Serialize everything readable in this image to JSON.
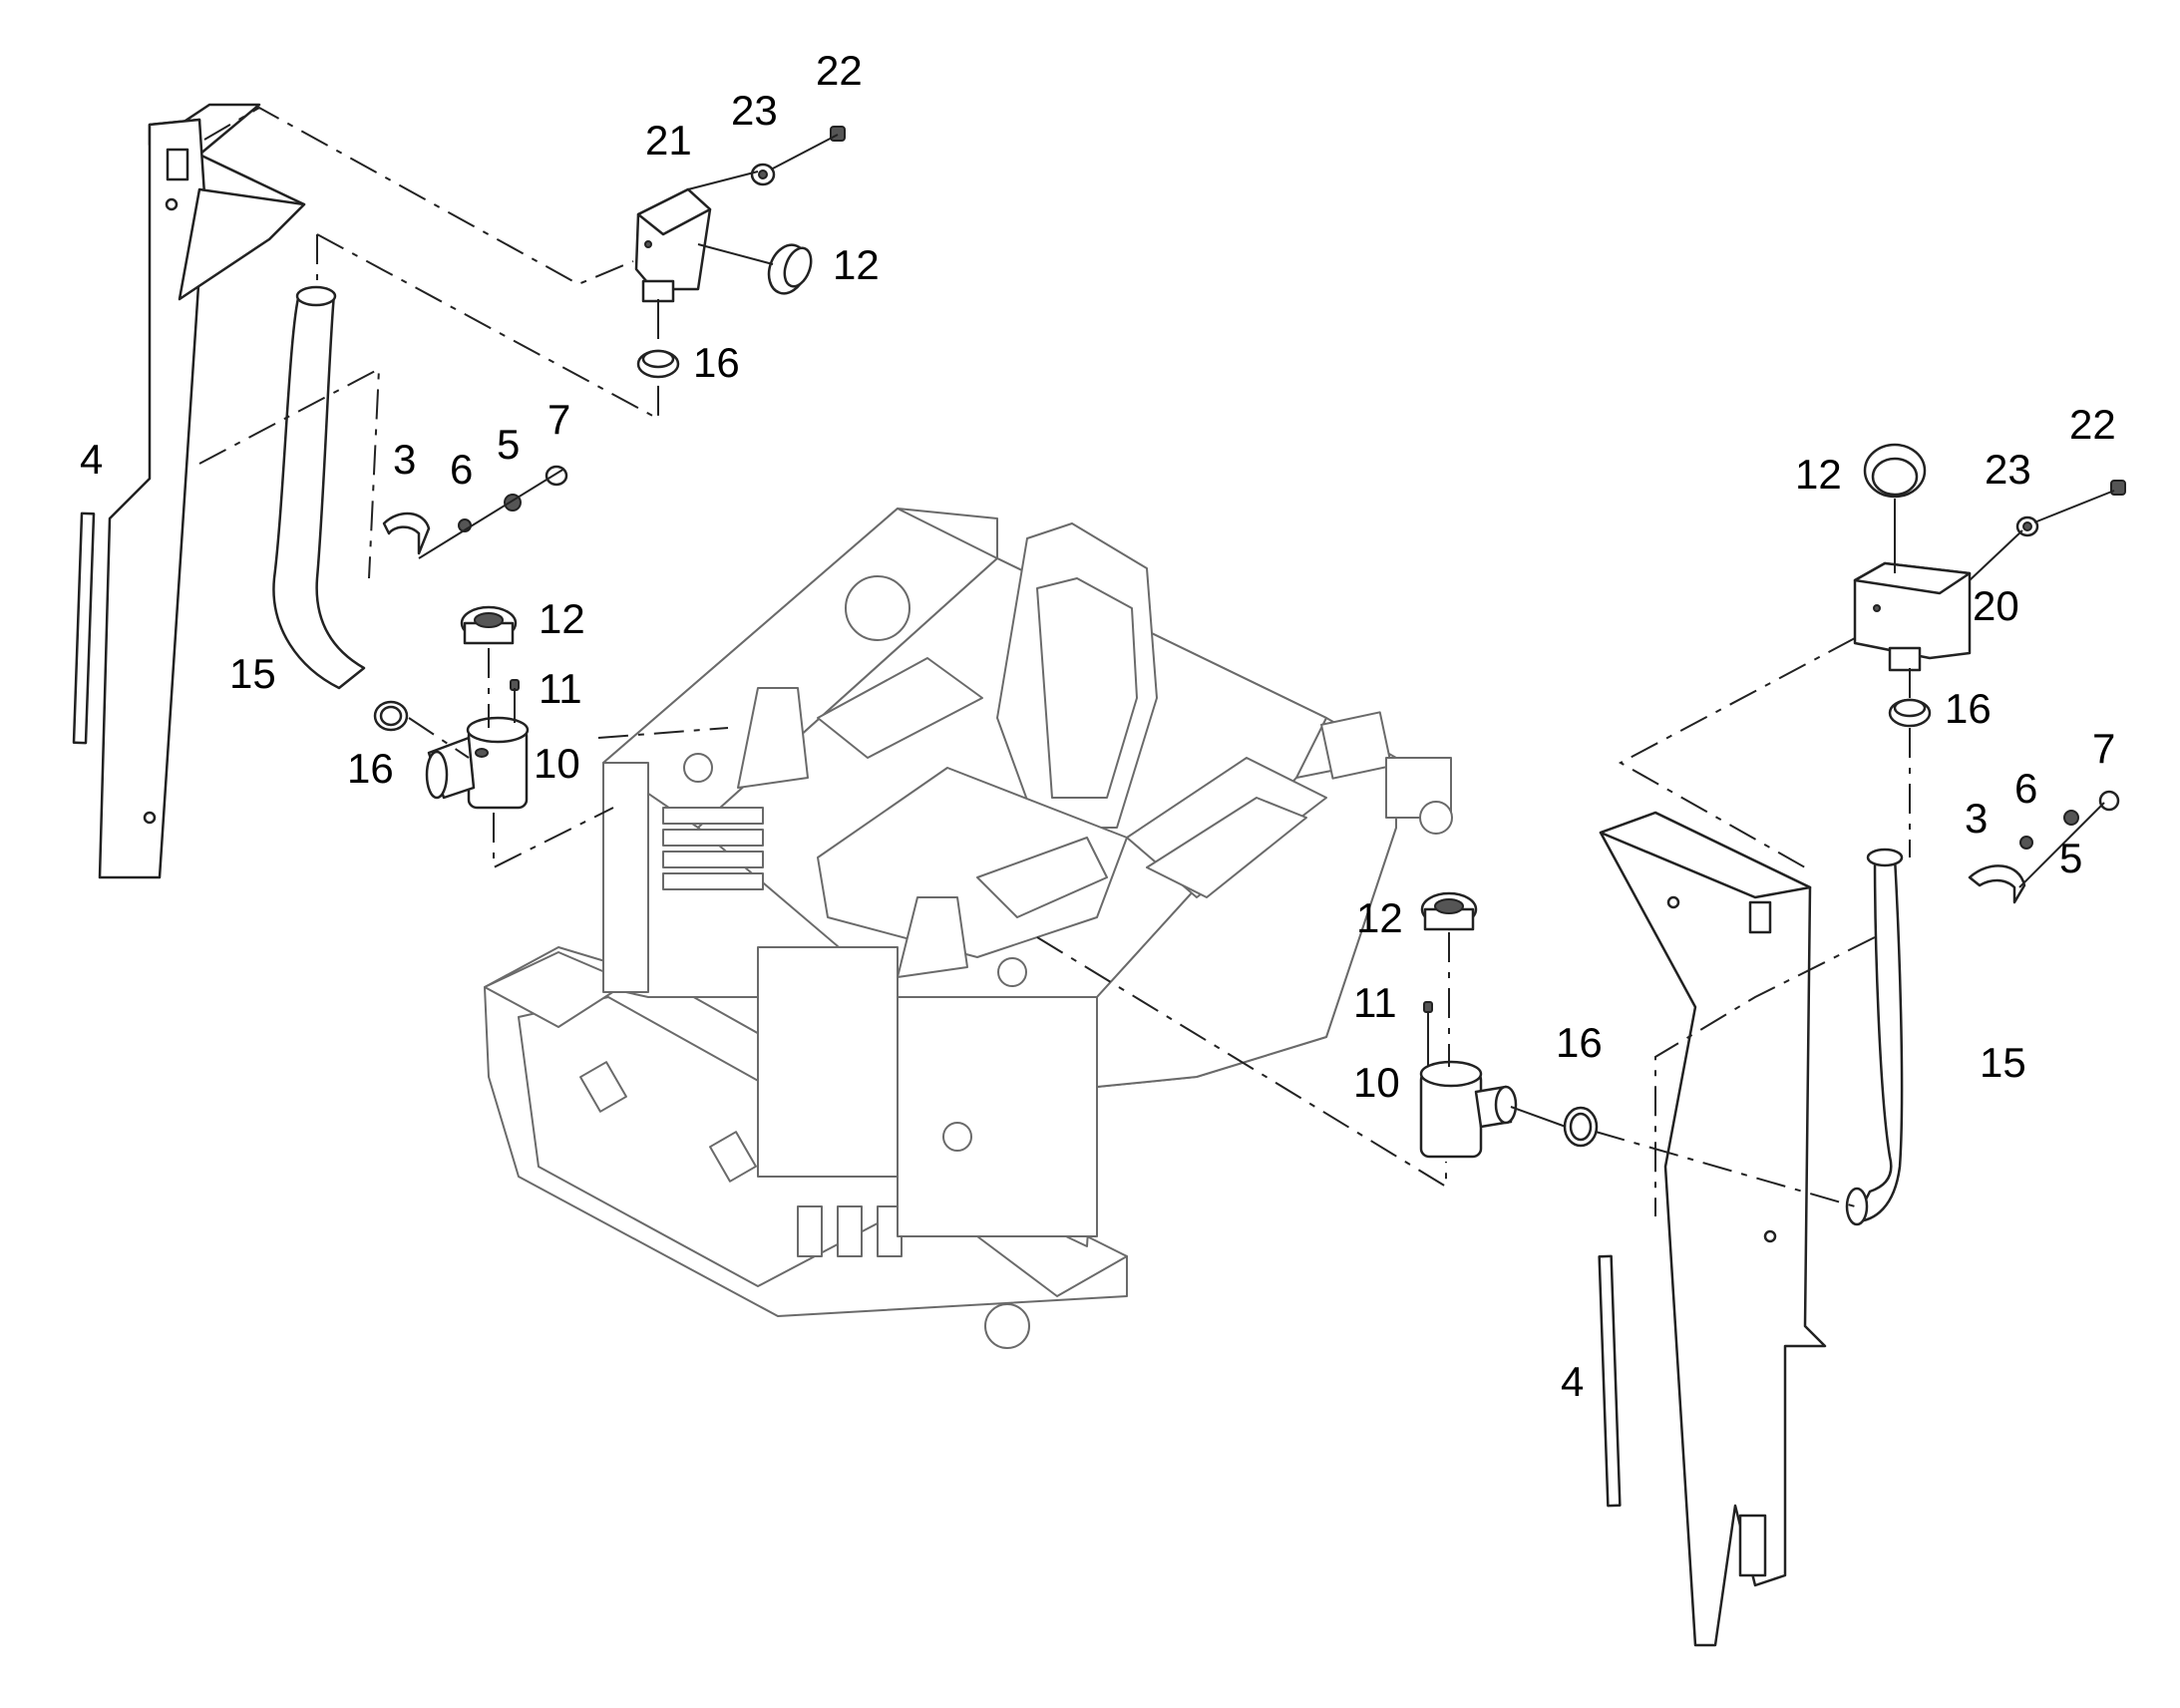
{
  "labels": {
    "left": {
      "p22": "22",
      "p23": "23",
      "p21": "21",
      "p12a": "12",
      "p16a": "16",
      "p7": "7",
      "p5": "5",
      "p6": "6",
      "p3": "3",
      "p4": "4",
      "p12b": "12",
      "p11": "11",
      "p15": "15",
      "p16b": "16",
      "p10": "10"
    },
    "right": {
      "p22": "22",
      "p23": "23",
      "p12a": "12",
      "p20": "20",
      "p16a": "16",
      "p7": "7",
      "p6": "6",
      "p3": "3",
      "p5": "5",
      "p15": "15",
      "p4": "4"
    },
    "center": {
      "p12": "12",
      "p11": "11",
      "p10": "10",
      "p16": "16"
    }
  }
}
